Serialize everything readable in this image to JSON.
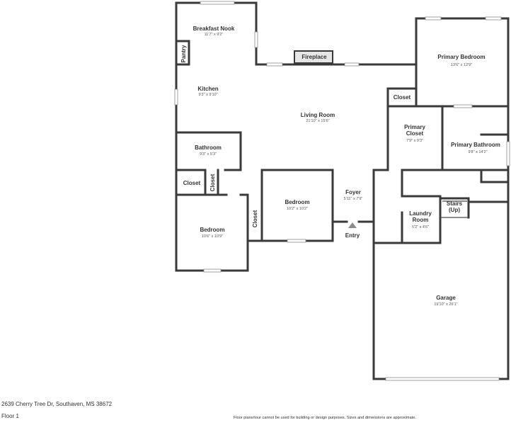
{
  "address": "2639 Cherry Tree Dr, Southaven, MS 38672",
  "floor_label": "Floor 1",
  "disclaimer": "Floor plans/tour cannot be used for building or design purposes. Sizes and dimensions are approximate.",
  "rooms": {
    "breakfast_nook": {
      "name": "Breakfast Nook",
      "dim": "11'7\" x 9'2\""
    },
    "pantry": {
      "name": "Pantry"
    },
    "kitchen": {
      "name": "Kitchen",
      "dim": "9'3\" x 9'10\""
    },
    "fireplace": {
      "name": "Fireplace"
    },
    "living_room": {
      "name": "Living Room",
      "dim": "21'10\" x 15'6\""
    },
    "primary_bedroom": {
      "name": "Primary Bedroom",
      "dim": "13'6\" x 12'9\""
    },
    "closet_primary": {
      "name": "Closet"
    },
    "primary_closet": {
      "name": "Primary Closet",
      "dim": "7'9\" x 9'3\""
    },
    "primary_bathroom": {
      "name": "Primary Bathroom",
      "dim": "9'8\" x 14'2\""
    },
    "bathroom": {
      "name": "Bathroom",
      "dim": "9'3\" x 5'3\""
    },
    "closet_left": {
      "name": "Closet"
    },
    "closet_small": {
      "name": "Closet"
    },
    "bedroom_left": {
      "name": "Bedroom",
      "dim": "10'6\" x 10'9\""
    },
    "closet_mid": {
      "name": "Closet"
    },
    "bedroom_mid": {
      "name": "Bedroom",
      "dim": "10'2\" x 10'2\""
    },
    "foyer": {
      "name": "Foyer",
      "dim": "5'11\" x 7'9\""
    },
    "entry": {
      "name": "Entry"
    },
    "laundry_room": {
      "name": "Laundry Room",
      "dim": "5'2\" x 4'6\""
    },
    "stairs": {
      "name": "Stairs (Up)"
    },
    "garage": {
      "name": "Garage",
      "dim": "19'10\" x 26'1\""
    }
  }
}
